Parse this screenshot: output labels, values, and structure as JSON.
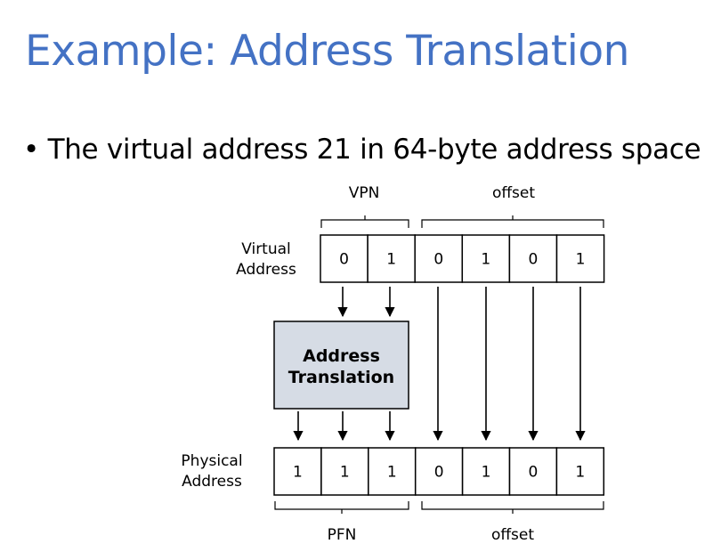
{
  "title": "Example: Address Translation",
  "bullet": {
    "marker": "•",
    "text": "The virtual address 21 in 64-byte address space"
  },
  "diagram": {
    "virtual": {
      "label_line1": "Virtual",
      "label_line2": "Address",
      "bits": [
        "0",
        "1",
        "0",
        "1",
        "0",
        "1"
      ],
      "vpn_label": "VPN",
      "offset_label": "offset"
    },
    "translation": {
      "line1": "Address",
      "line2": "Translation",
      "fill": "#d6dce5"
    },
    "physical": {
      "label_line1": "Physical",
      "label_line2": "Address",
      "bits": [
        "1",
        "1",
        "1",
        "0",
        "1",
        "0",
        "1"
      ],
      "pfn_label": "PFN",
      "offset_label": "offset"
    }
  }
}
